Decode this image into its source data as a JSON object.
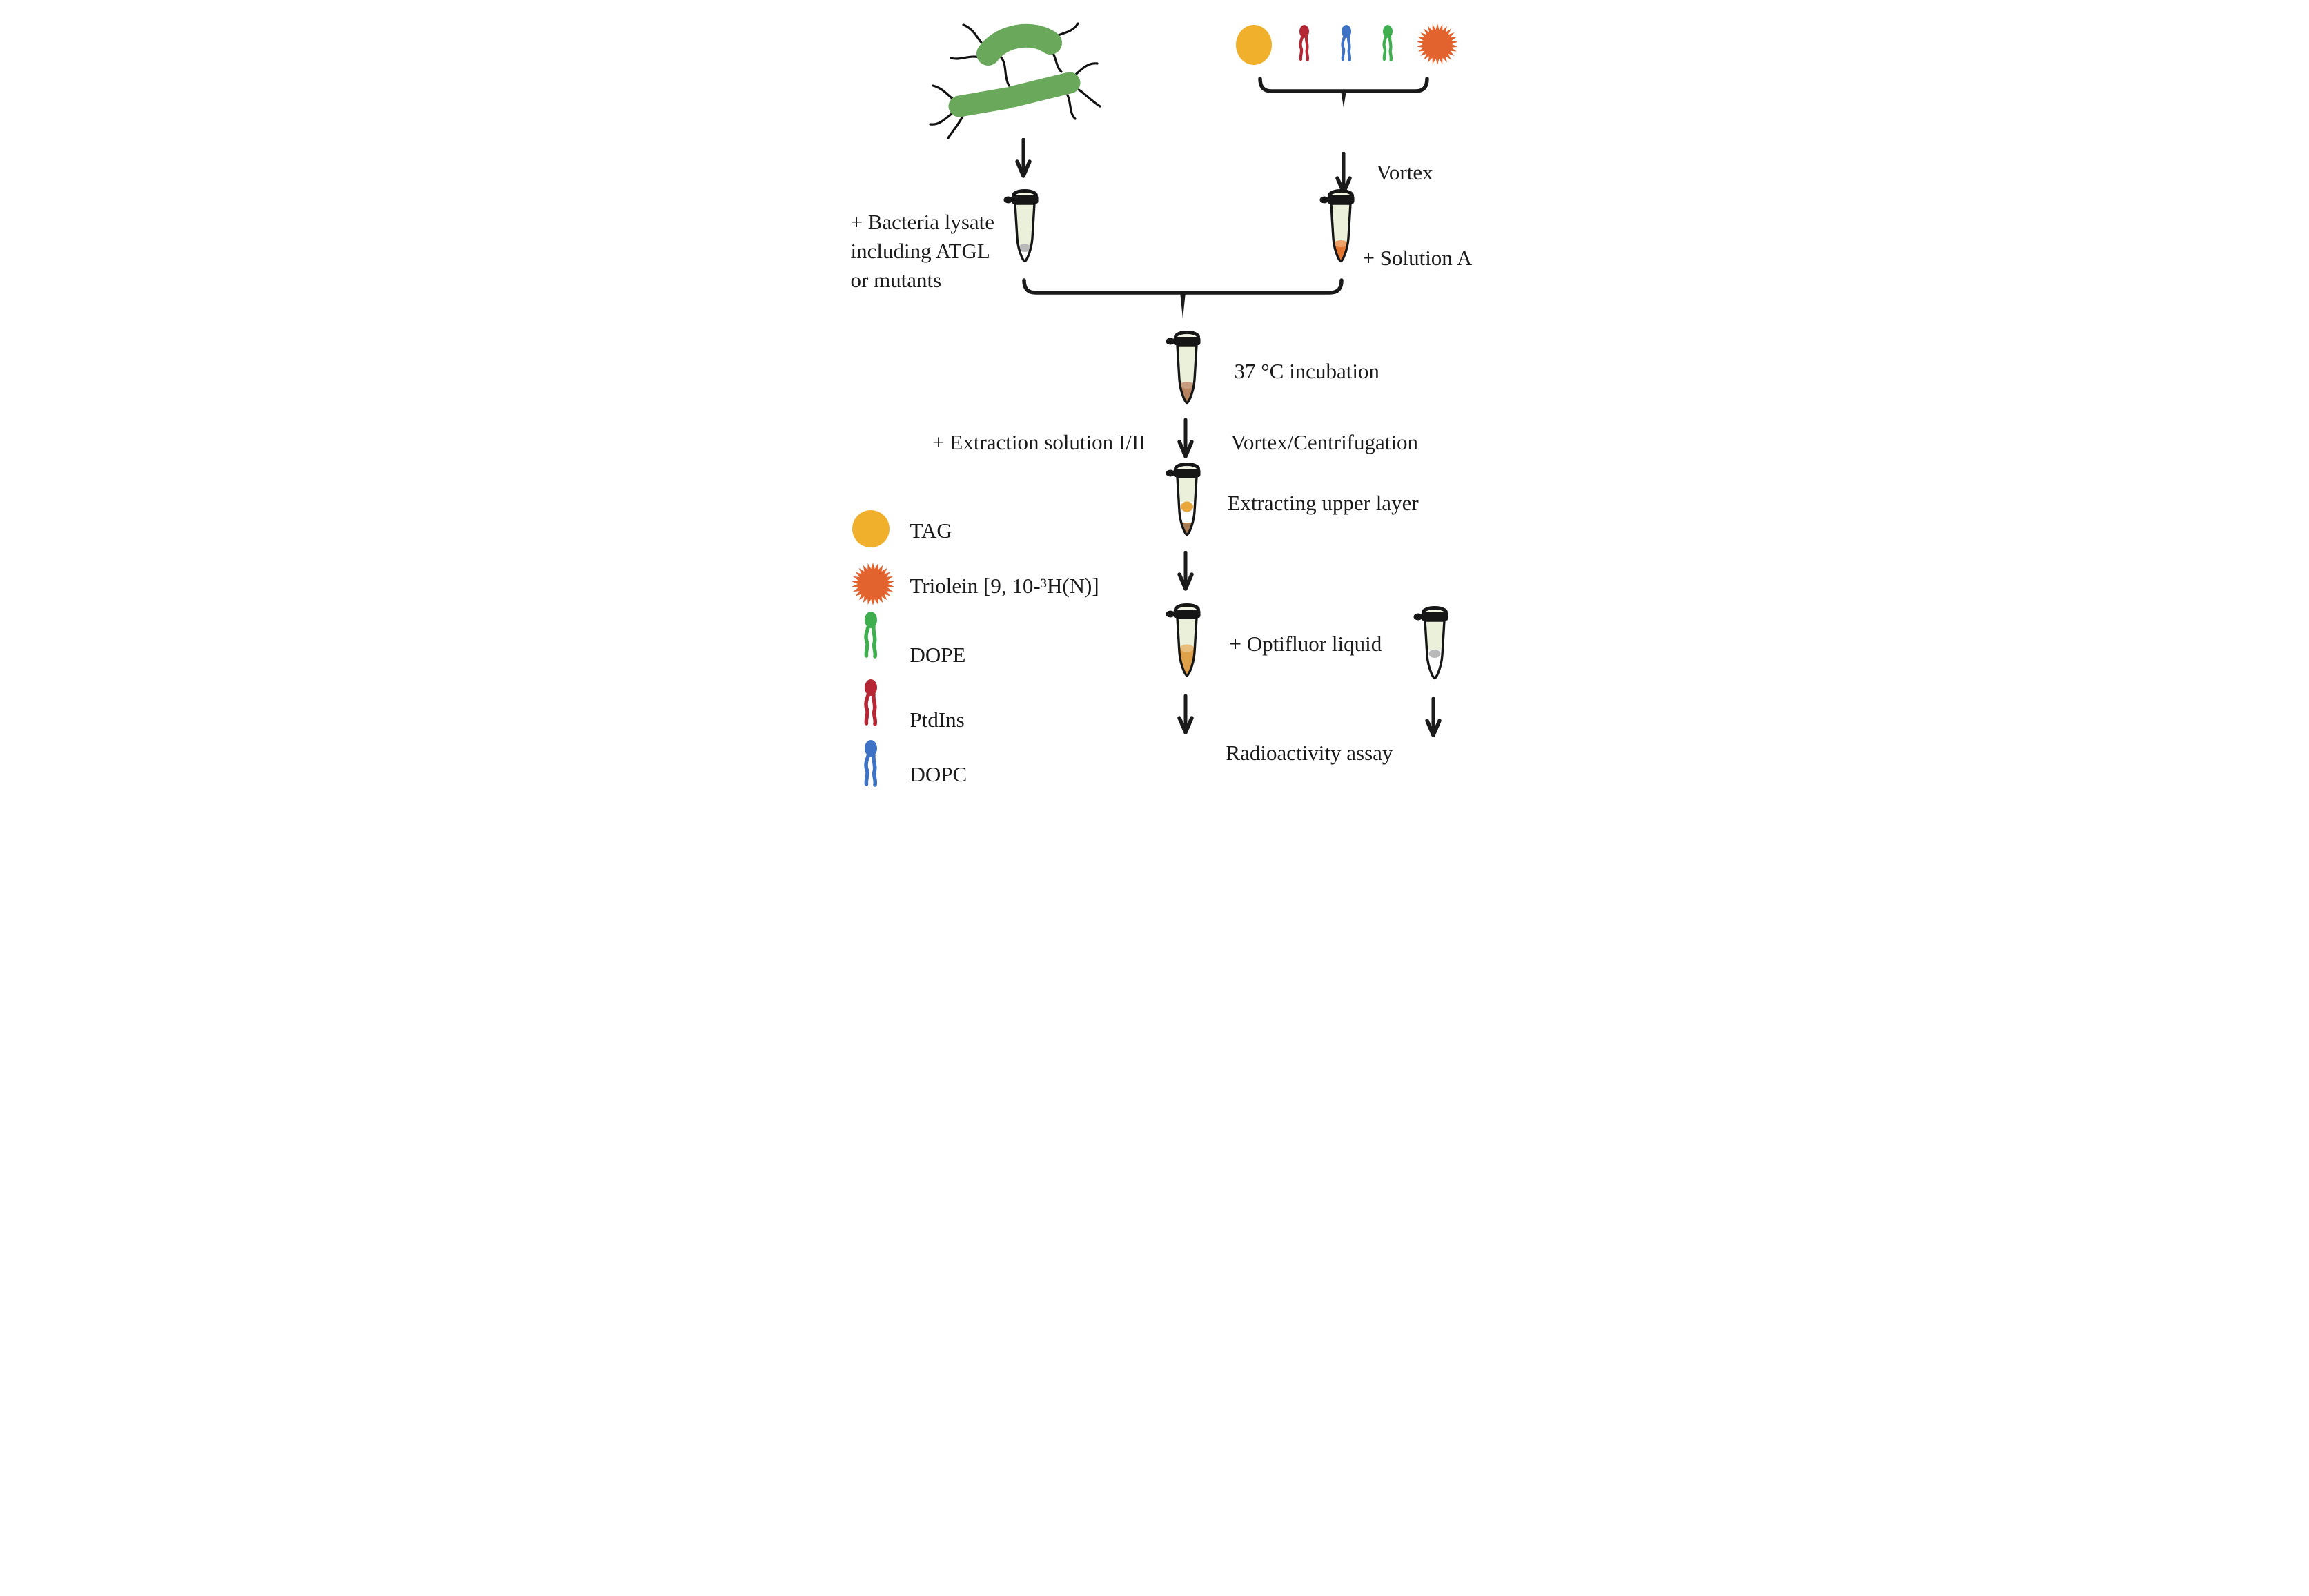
{
  "diagram": {
    "inputs": {
      "bacteria_label": [
        "+ Bacteria lysate",
        "including ATGL",
        "or mutants"
      ],
      "vortex_label": "Vortex",
      "solution_a_label": "+ Solution A"
    },
    "steps": {
      "incubation_label": "37 °C incubation",
      "extraction_label": "+ Extraction solution I/II",
      "vortex_centrifugation_label": "Vortex/Centrifugation",
      "extract_upper_label": "Extracting upper layer",
      "optifluor_label": "+ Optifluor liquid",
      "radioactivity_label": "Radioactivity assay"
    },
    "legend": {
      "items": [
        {
          "icon": "tag-circle-icon",
          "label": "TAG",
          "color": "#f0b02c"
        },
        {
          "icon": "triolein-starburst-icon",
          "label": "Triolein [9, 10-³H(N)]",
          "color": "#e2632e"
        },
        {
          "icon": "dope-lipid-icon",
          "label": "DOPE",
          "color": "#3fae4f"
        },
        {
          "icon": "ptdins-lipid-icon",
          "label": "PtdIns",
          "color": "#b62735"
        },
        {
          "icon": "dopc-lipid-icon",
          "label": "DOPC",
          "color": "#3d72c4"
        }
      ]
    },
    "top_symbols": [
      "tag-circle-icon",
      "ptdins-lipid-icon",
      "dopc-lipid-icon",
      "dope-lipid-icon",
      "triolein-starburst-icon"
    ],
    "colors": {
      "bacteria_green": "#6aa85c",
      "tube_liquid_cream": "#eaf0da",
      "solution_a_orange": "#e2752f",
      "incubation_brown": "#b5835f",
      "upper_layer_orange": "#e8a63c",
      "optifluor_orange": "#dfa04a",
      "pellet_gray": "#b9b9b9",
      "outline_black": "#1a1a1a"
    }
  }
}
